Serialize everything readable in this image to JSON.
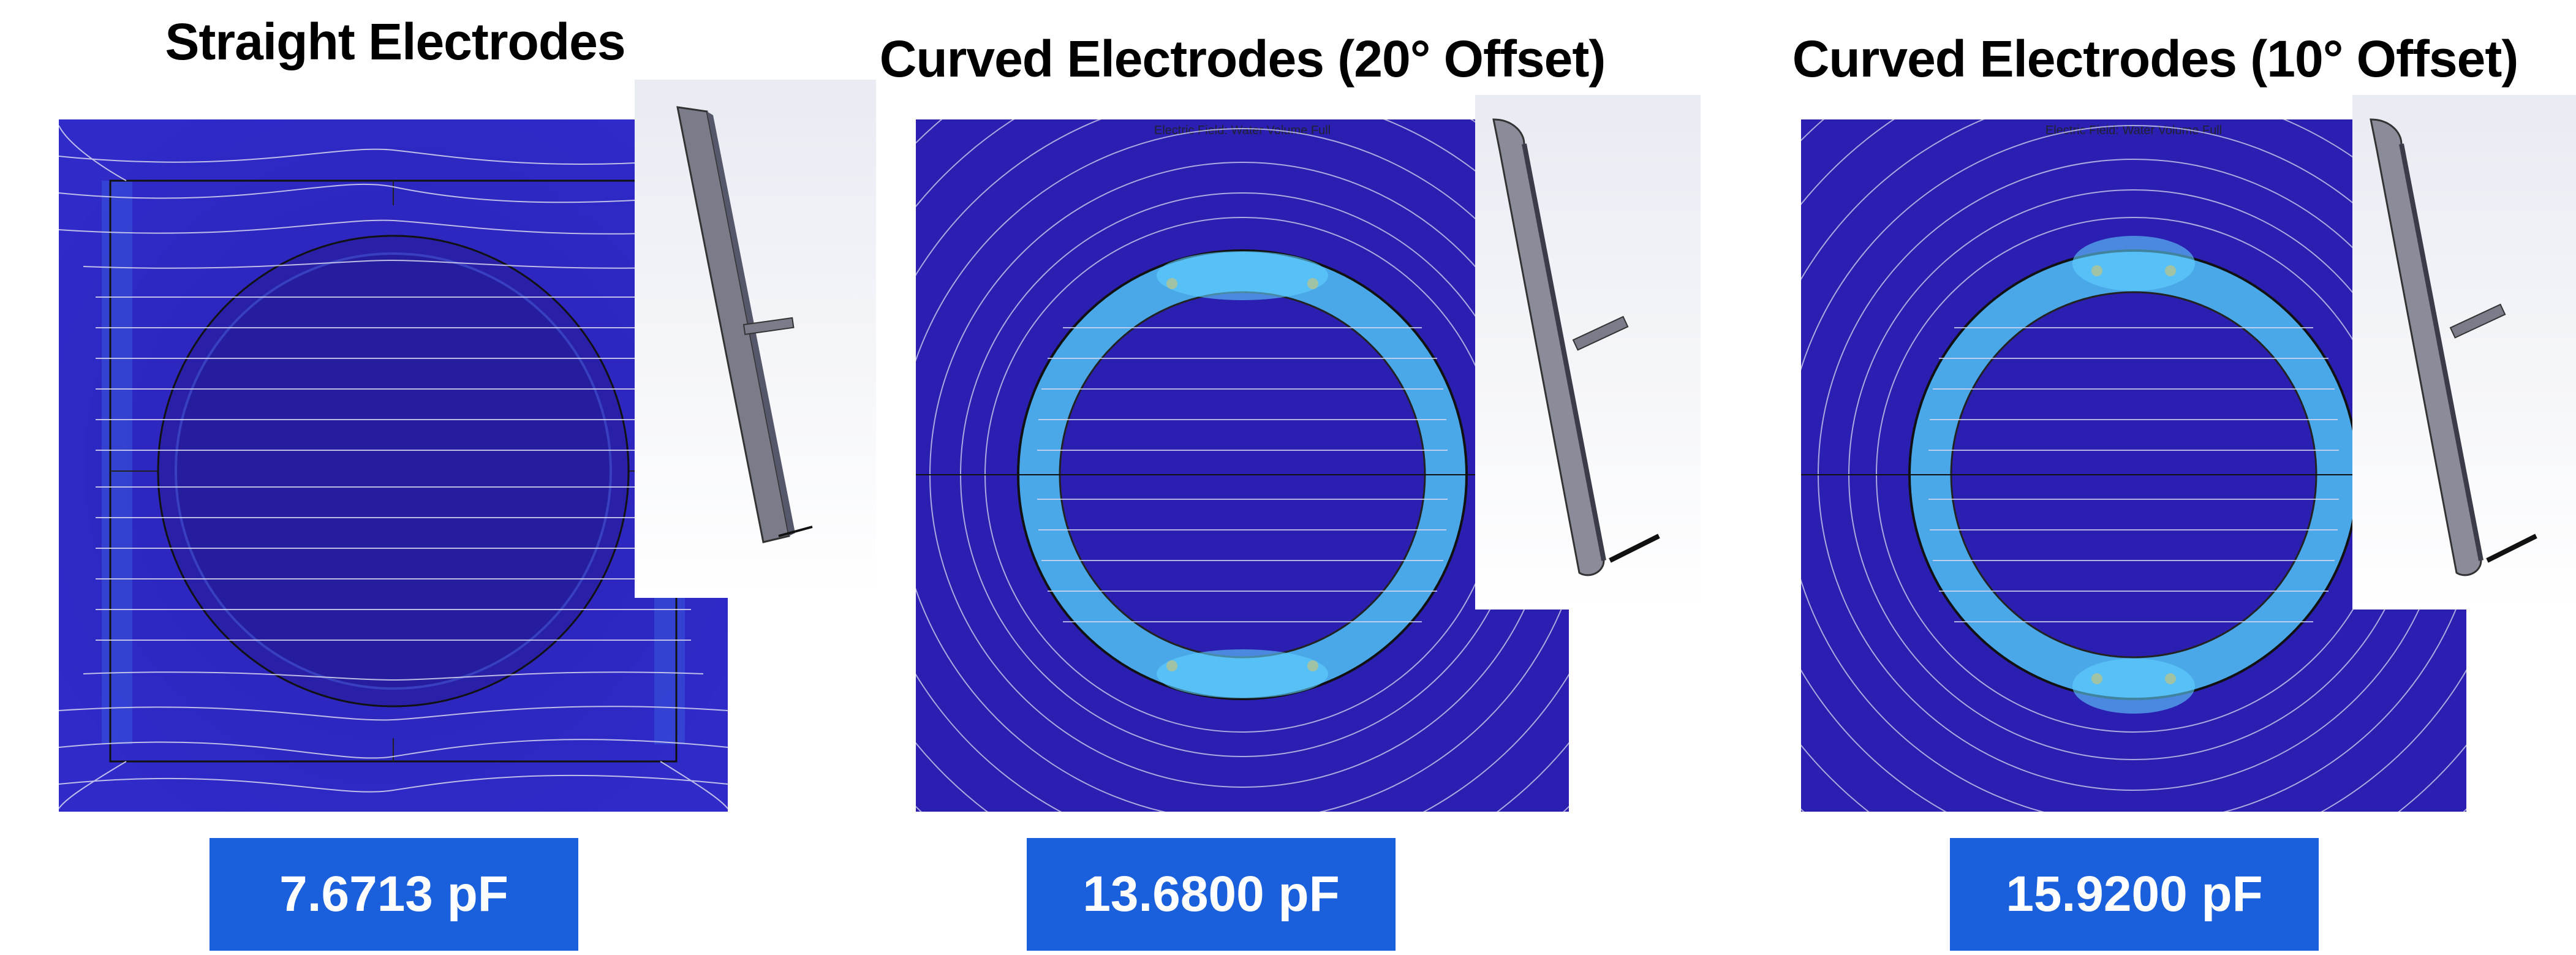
{
  "panels": [
    {
      "title": "Straight Electrodes",
      "capacitance": "7.6713 pF",
      "field_title": ""
    },
    {
      "title": "Curved Electrodes (20° Offset)",
      "capacitance": "13.6800 pF",
      "field_title": "Electric Field: Water Volume Full"
    },
    {
      "title": "Curved Electrodes (10° Offset)",
      "capacitance": "15.9200 pF",
      "field_title": "Electric Field: Water Volume Full"
    }
  ],
  "colors": {
    "field_background": "#2a1fb0",
    "pipe_wall": "#4aa8e8",
    "field_lines": "#d8d8f0",
    "badge": "#1a5fdc",
    "hotspot": "#ffb020"
  },
  "icons": [
    "electrode-3d-model"
  ]
}
